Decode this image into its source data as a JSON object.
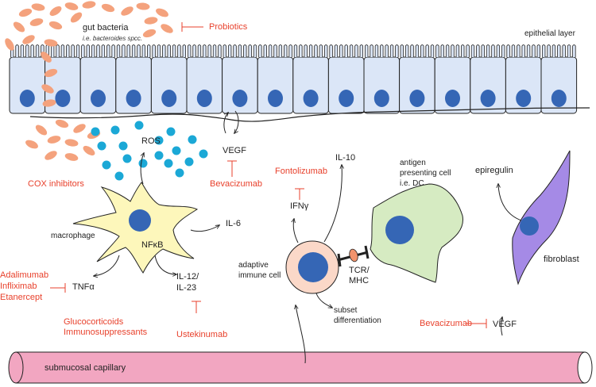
{
  "labels": {
    "gut_bacteria": "gut bacteria",
    "bacteria_example": "i.e. bacteroides spcc.",
    "epithelial_layer": "epithelial layer",
    "ros": "ROS",
    "vegf_epithelial": "VEGF",
    "macrophage": "macrophage",
    "nfkb": "NFκB",
    "il6": "IL-6",
    "tnfa": "TNFα",
    "il12_23_line1": "IL-12/",
    "il12_23_line2": "IL-23",
    "il10": "IL-10",
    "ifng": "IFNγ",
    "apc_line1": "antigen",
    "apc_line2": "presenting cell",
    "apc_line3": "i.e. DC",
    "epiregulin": "epiregulin",
    "fibroblast": "fibroblast",
    "adaptive_line1": "adaptive",
    "adaptive_line2": "immune cell",
    "tcr_line1": "TCR/",
    "tcr_line2": "MHC",
    "subset_line1": "subset",
    "subset_line2": "differentiation",
    "vegf_capillary": "VEGF",
    "capillary": "submucosal capillary"
  },
  "drugs": {
    "probiotics": "Probiotics",
    "cox_inhibitors": "COX inhibitors",
    "bevacizumab_top": "Bevacizumab",
    "fontolizumab": "Fontolizumab",
    "adalimumab": "Adalimumab",
    "infliximab": "Infliximab",
    "etanercept": "Etanercept",
    "glucocorticoids": "Glucocorticoids",
    "immunosuppressants": "Immunosuppressants",
    "ustekinumab": "Ustekinumab",
    "bevacizumab_bottom": "Bevacizumab"
  },
  "colors": {
    "drug_text": "#e8412c",
    "bacteria": "#f4a27d",
    "ros": "#1ba8d6",
    "nucleus": "#3566b5",
    "epithelial_cell": "#dbe6f7",
    "macrophage": "#fdf7bb",
    "apc": "#d6ebc2",
    "fibroblast": "#a58ae6",
    "adaptive_cell": "#fbd8c8",
    "capillary": "#f2a6c1"
  }
}
